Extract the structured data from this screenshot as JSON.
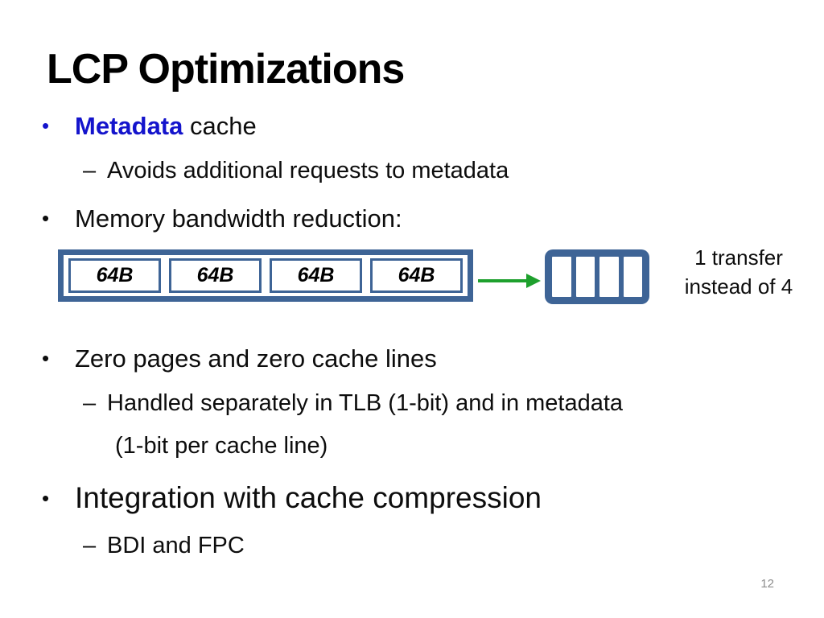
{
  "slide": {
    "title": "LCP Optimizations",
    "page_number": "12"
  },
  "colors": {
    "accent_blue": "#1414cc",
    "box_border": "#3e6496",
    "arrow_green": "#1ea02d",
    "text_black": "#0d0d0d",
    "page_number_gray": "#8c8c8c"
  },
  "glyphs": {
    "bullet": "•",
    "dash": "–"
  },
  "bullets": {
    "metadata_highlight": "Metadata",
    "metadata_rest": " cache",
    "metadata_sub": "Avoids additional requests to metadata",
    "bandwidth": "Memory bandwidth reduction:",
    "zero_pages": "Zero pages and zero cache lines",
    "zero_pages_sub1": "Handled separately in TLB (1-bit) and in metadata",
    "zero_pages_sub2": "(1-bit per cache line)",
    "integration": "Integration with cache compression",
    "integration_sub": "BDI and FPC"
  },
  "diagram": {
    "cells": [
      "64B",
      "64B",
      "64B",
      "64B"
    ],
    "caption_line1": "1 transfer",
    "caption_line2": "instead of 4"
  }
}
